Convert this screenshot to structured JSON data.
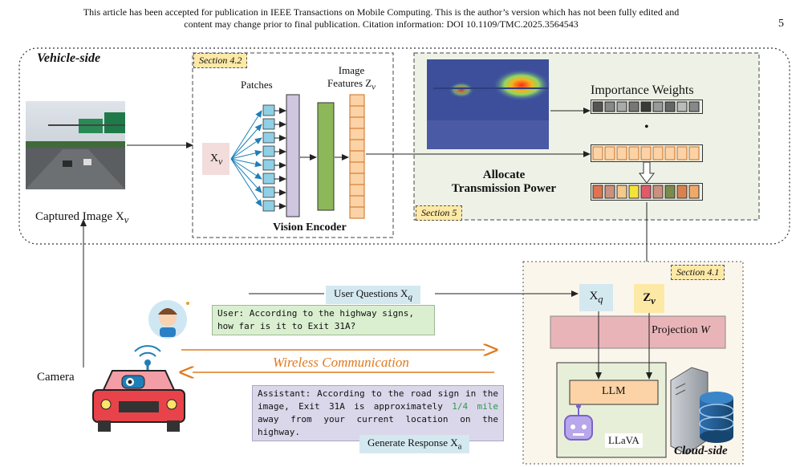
{
  "header": {
    "line1": "This article has been accepted for publication in IEEE Transactions on Mobile Computing. This is the author’s version which has not been fully edited and",
    "line2": "content may change prior to final publication. Citation information: DOI 10.1109/TMC.2025.3564543",
    "page_number": "5"
  },
  "vehicle": {
    "title": "Vehicle-side",
    "captured_image_label": "Captured Image X",
    "captured_image_sub": "v",
    "section_42": "Section 4.2",
    "patches": "Patches",
    "xv": "X",
    "xv_sub": "v",
    "image_features": "Image",
    "features_z": "Features Z",
    "features_sub": "v",
    "vision_encoder": "Vision Encoder",
    "importance_weights": "Importance Weights",
    "dot": "•",
    "allocate_line1": "Allocate",
    "allocate_line2": "Transmission Power",
    "section_5": "Section 5"
  },
  "cloud": {
    "title": "Cloud-side",
    "section_41": "Section 4.1",
    "xq": "X",
    "xq_sub": "q",
    "zv": "Z",
    "zv_sub": "v",
    "projection": "Projection ",
    "projection_w": "W",
    "llm": "LLM",
    "llava": "LLaVA"
  },
  "communication": {
    "user_questions": "User Questions X",
    "user_questions_sub": "q",
    "wireless": "Wireless Communication",
    "generate_response": "Generate Response X",
    "generate_response_sub": "a",
    "camera": "Camera"
  },
  "dialog": {
    "user": "User: According to the highway signs, how far is it to Exit 31A?",
    "assistant_pre": "Assistant: According to the road sign in the image, Exit 31A is approximately ",
    "assistant_highlight": "1/4 mile",
    "assistant_post": " away from your current location on the highway."
  },
  "colors": {
    "weights": [
      "#555555",
      "#888888",
      "#aaaaaa",
      "#777777",
      "#3a3a3a",
      "#999999",
      "#666666",
      "#bbbbbb",
      "#888888"
    ],
    "features": [
      "#fbd3a6",
      "#fbd3a6",
      "#fbd3a6",
      "#fbd3a6",
      "#fbd3a6",
      "#fbd3a6",
      "#fbd3a6",
      "#fbd3a6",
      "#fbd3a6"
    ],
    "allocated": [
      "#e0734f",
      "#c9917e",
      "#f4c98c",
      "#f5e23a",
      "#e05a6a",
      "#c9917e",
      "#7c8a4c",
      "#d8834f",
      "#f1a96a"
    ],
    "highlight": "#2e9a4a",
    "wireless": "#e07a1f"
  }
}
